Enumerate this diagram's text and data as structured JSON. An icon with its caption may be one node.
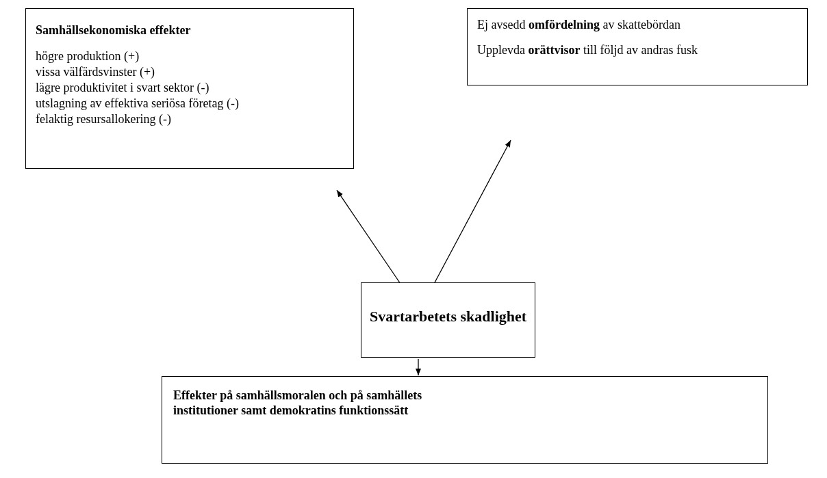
{
  "diagram": {
    "nodes": [
      {
        "text": [
          "Samhällsekonomiska effekter",
          "högre produktion (+)",
          "vissa välfärdsvinster (+)",
          "lägre produktivitet i svart sektor (-)",
          "utslagning av effektiva seriösa företag (-)",
          "felaktig resursallokering (-)"
        ]
      },
      {
        "text": [
          "Ej avsedd **omfördelning** av skattebördan",
          "Upplevda **orättvisor** till följd av andras fusk"
        ]
      },
      {
        "text": [
          "Svartarbetets skadlighet"
        ]
      },
      {
        "text": [
          "Effekter på samhällsmoralen och på samhällets institutioner samt demokratins funktionssätt"
        ]
      }
    ],
    "edges": [
      {
        "from": 2,
        "to": 0,
        "arrow": "to"
      },
      {
        "from": 2,
        "to": 1,
        "arrow": "to"
      },
      {
        "from": 2,
        "to": 3,
        "arrow": "to"
      }
    ]
  }
}
